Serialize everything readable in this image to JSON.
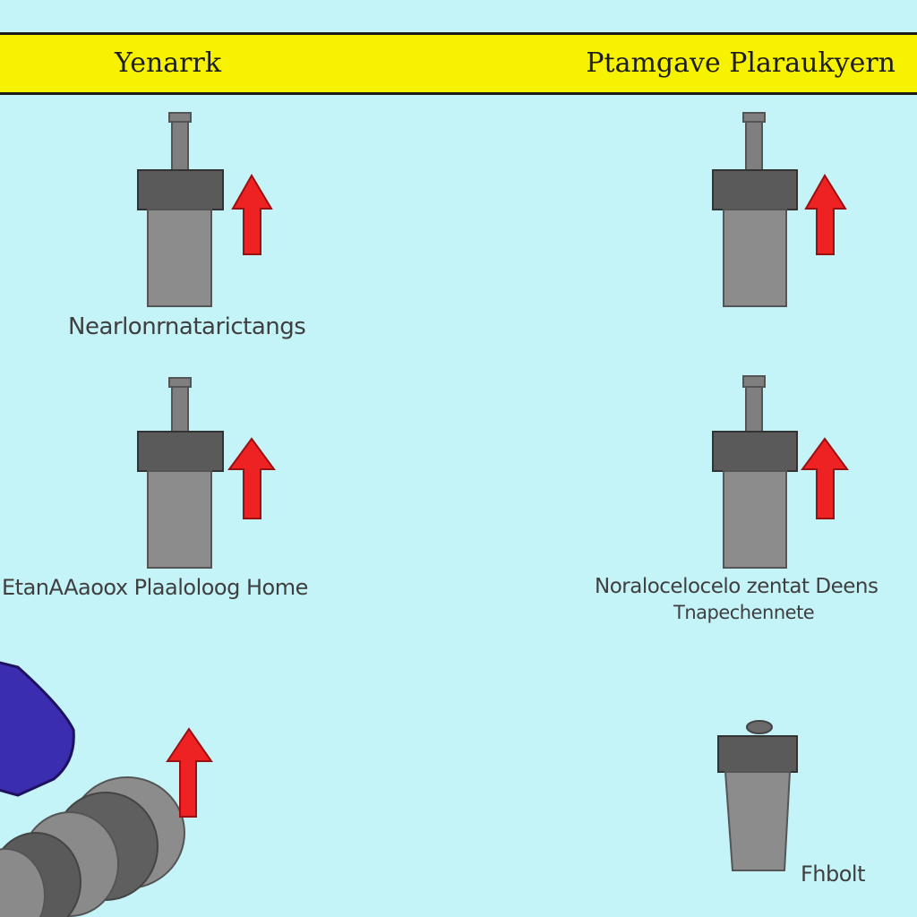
{
  "header": {
    "left_title": "Yenarrk",
    "right_title": "Ptamgave Plaraukyern"
  },
  "labels": {
    "top_left": "Nearlonrnatarictangs",
    "middle_left": "EtanAAaoox Plaaloloog Home",
    "middle_right_line1": "Noralocelocelo zentat Deens",
    "middle_right_line2": "Tnapechennete",
    "bottom_right": "Fhbolt"
  },
  "colors": {
    "background": "#c4f3f8",
    "banner": "#f7f200",
    "arrow": "#ee2222",
    "cylinder_cap": "#5a5a5a",
    "cylinder_body": "#8c8c8c",
    "rod": "#7f7f7f",
    "blue_tube": "#3a2db0"
  }
}
